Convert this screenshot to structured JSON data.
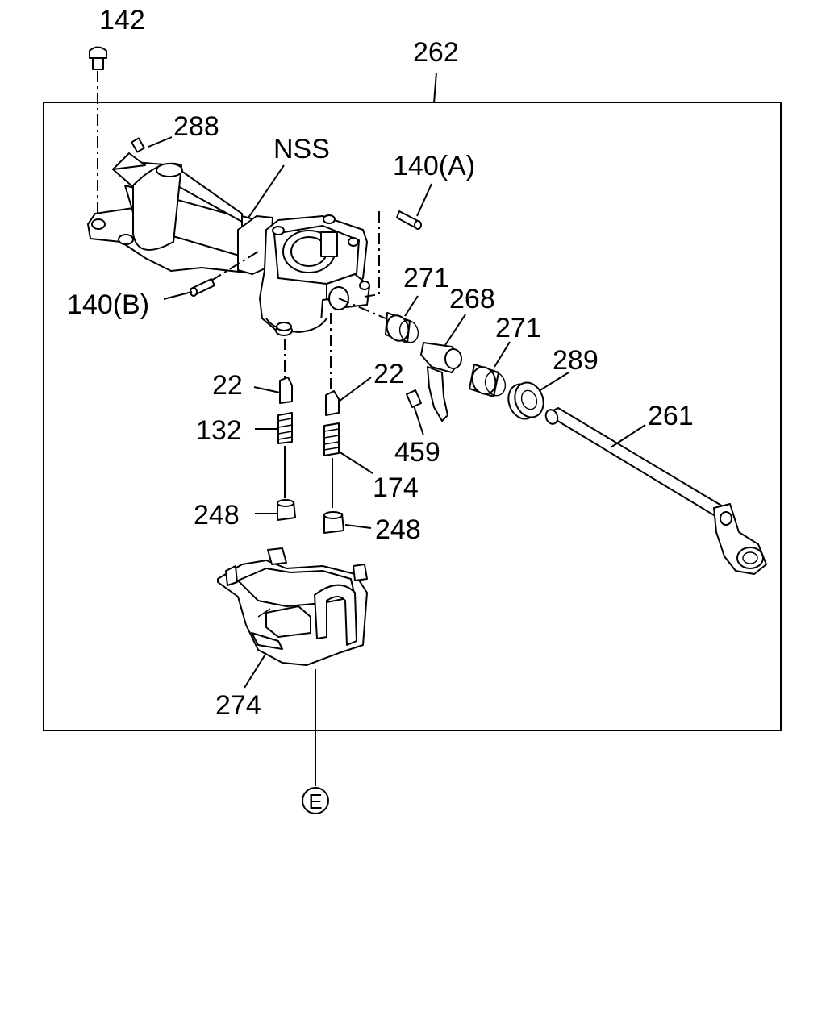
{
  "labels": {
    "l142": "142",
    "l262": "262",
    "l288": "288",
    "lNSS": "NSS",
    "l140a": "140(A)",
    "l140b": "140(B)",
    "l271a": "271",
    "l268": "268",
    "l271b": "271",
    "l289": "289",
    "l22a": "22",
    "l22b": "22",
    "l132": "132",
    "l459": "459",
    "l261": "261",
    "l174": "174",
    "l248a": "248",
    "l248b": "248",
    "l274": "274",
    "lE": "E"
  }
}
